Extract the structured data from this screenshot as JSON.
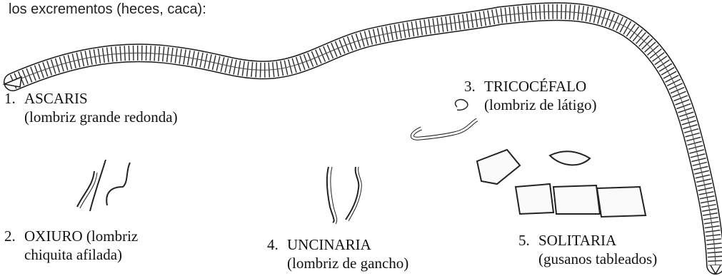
{
  "intro_text": "los excrementos (heces, caca):",
  "worms": [
    {
      "number": "1.",
      "name": "ASCARIS",
      "desc": "(lombriz grande redonda)"
    },
    {
      "number": "2.",
      "name": "OXIURO (lombriz",
      "desc": "chiquita afilada)"
    },
    {
      "number": "3.",
      "name": "TRICOCÉFALO",
      "desc": "(lombriz de látigo)"
    },
    {
      "number": "4.",
      "name": "UNCINARIA",
      "desc": "(lombriz de gancho)"
    },
    {
      "number": "5.",
      "name": "SOLITARIA",
      "desc": "(gusanos tableados)"
    }
  ]
}
